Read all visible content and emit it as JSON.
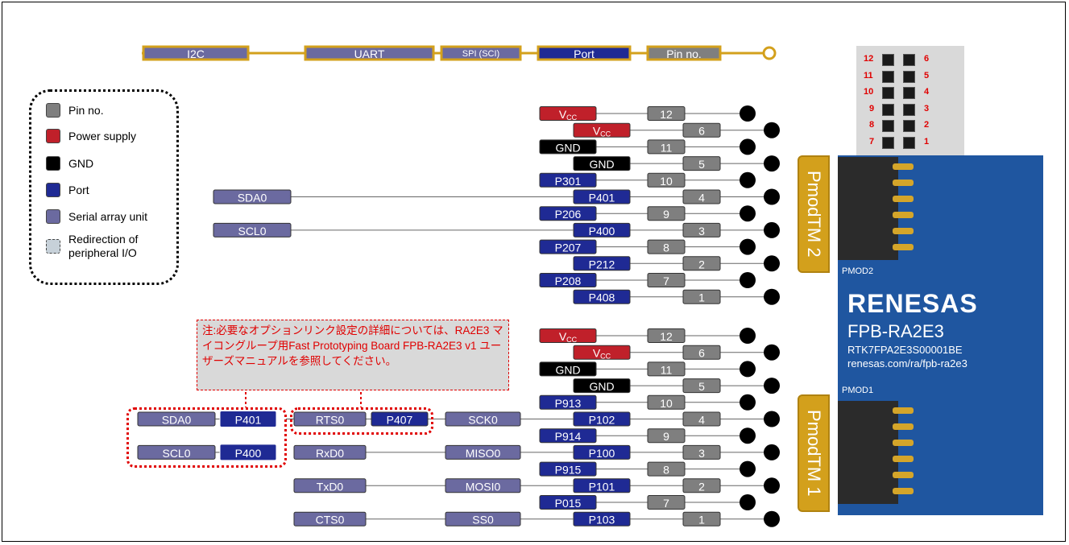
{
  "header_legend": {
    "i2c": "I2C",
    "uart": "UART",
    "spi": "SPI (SCI)",
    "port": "Port",
    "pin_no": "Pin no."
  },
  "legend": {
    "items": [
      {
        "label": "Pin no.",
        "color": "#7f7f7f"
      },
      {
        "label": "Power supply",
        "color": "#c0202a"
      },
      {
        "label": "GND",
        "color": "#000000"
      },
      {
        "label": "Port",
        "color": "#1f2a94"
      },
      {
        "label": "Serial array unit",
        "color": "#6b6aa0"
      },
      {
        "label": "Redirection of peripheral I/O",
        "color": "#c7d1d9"
      }
    ]
  },
  "colors": {
    "pin": "#7f7f7f",
    "power": "#c0202a",
    "gnd": "#000000",
    "port": "#1f2a94",
    "serial": "#6b6aa0",
    "gold": "#d3a01c",
    "red_note": "#e00000"
  },
  "note": {
    "text": "注:必要なオプションリンク設定の詳細については、RA2E3 マイコングループ用Fast Prototyping Board FPB-RA2E3 v1 ユーザーズマニュアルを参照してください。"
  },
  "pmod2": {
    "tab_label": "PmodTM 2",
    "rows": [
      {
        "pin": "12",
        "port": "VCC",
        "kind": "power"
      },
      {
        "pin": "6",
        "port": "VCC",
        "kind": "power"
      },
      {
        "pin": "11",
        "port": "GND",
        "kind": "gnd"
      },
      {
        "pin": "5",
        "port": "GND",
        "kind": "gnd"
      },
      {
        "pin": "10",
        "port": "P301",
        "kind": "port"
      },
      {
        "pin": "4",
        "port": "P401",
        "kind": "port",
        "serial": "SDA0"
      },
      {
        "pin": "9",
        "port": "P206",
        "kind": "port"
      },
      {
        "pin": "3",
        "port": "P400",
        "kind": "port",
        "serial": "SCL0"
      },
      {
        "pin": "8",
        "port": "P207",
        "kind": "port"
      },
      {
        "pin": "2",
        "port": "P212",
        "kind": "port"
      },
      {
        "pin": "7",
        "port": "P208",
        "kind": "port"
      },
      {
        "pin": "1",
        "port": "P408",
        "kind": "port"
      }
    ]
  },
  "pmod1": {
    "tab_label": "PmodTM 1",
    "rows": [
      {
        "pin": "12",
        "port": "VCC",
        "kind": "power"
      },
      {
        "pin": "6",
        "port": "VCC",
        "kind": "power"
      },
      {
        "pin": "11",
        "port": "GND",
        "kind": "gnd"
      },
      {
        "pin": "5",
        "port": "GND",
        "kind": "gnd"
      },
      {
        "pin": "10",
        "port": "P913",
        "kind": "port"
      },
      {
        "pin": "4",
        "port": "P102",
        "kind": "port",
        "spi": "SCK0",
        "uart": "RTS0",
        "uart_port": "P407",
        "i2c": "SDA0",
        "i2c_port": "P401"
      },
      {
        "pin": "9",
        "port": "P914",
        "kind": "port"
      },
      {
        "pin": "3",
        "port": "P100",
        "kind": "port",
        "spi": "MISO0",
        "uart": "RxD0",
        "i2c": "SCL0",
        "i2c_port": "P400"
      },
      {
        "pin": "8",
        "port": "P915",
        "kind": "port"
      },
      {
        "pin": "2",
        "port": "P101",
        "kind": "port",
        "spi": "MOSI0",
        "uart": "TxD0"
      },
      {
        "pin": "7",
        "port": "P015",
        "kind": "port"
      },
      {
        "pin": "1",
        "port": "P103",
        "kind": "port",
        "spi": "SS0",
        "uart": "CTS0"
      }
    ]
  },
  "header_pins": {
    "left": [
      "12",
      "11",
      "10",
      "9",
      "8",
      "7"
    ],
    "right": [
      "6",
      "5",
      "4",
      "3",
      "2",
      "1"
    ]
  },
  "board": {
    "brand": "RENESAS",
    "name": "FPB-RA2E3",
    "part": "RTK7FPA2E3S00001BE",
    "url": "renesas.com/ra/fpb-ra2e3",
    "pmod2_silk": "PMOD2",
    "pmod1_silk": "PMOD1"
  }
}
